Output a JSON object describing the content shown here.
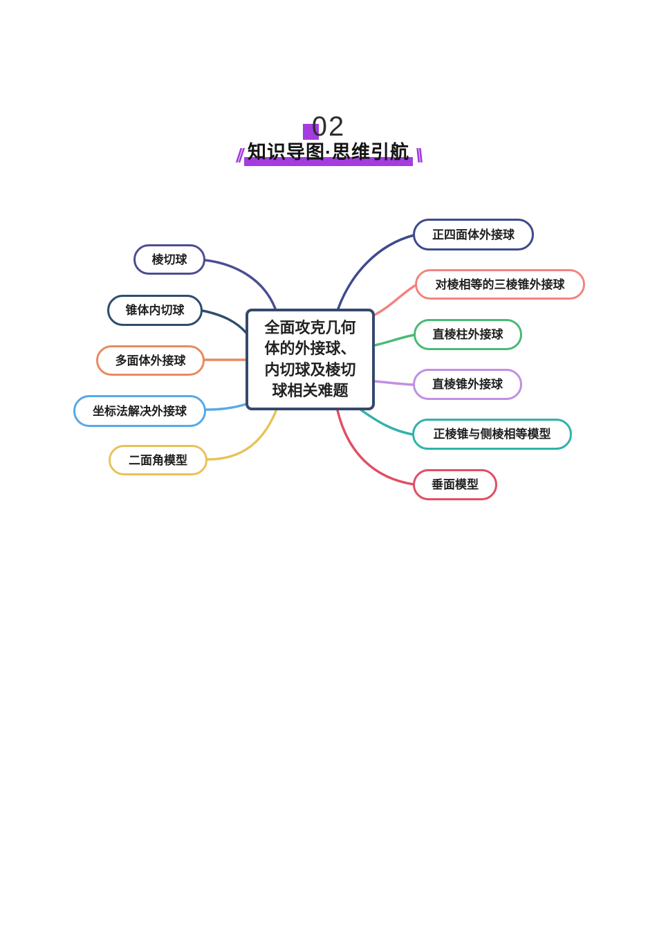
{
  "header": {
    "number": "02",
    "title": "知识导图·思维引航",
    "slash_left": "//",
    "slash_right": "\\\\",
    "accent_color": "#a43ce0",
    "number_color": "#2f2f2f",
    "title_color": "#141414"
  },
  "mindmap": {
    "center": {
      "label": "全面攻克几何体的外接球、内切球及棱切球相关难题",
      "border_color": "#35496b"
    },
    "left_branches": [
      {
        "label": "棱切球",
        "color": "#4b4d92"
      },
      {
        "label": "锥体内切球",
        "color": "#2e4d6e"
      },
      {
        "label": "多面体外接球",
        "color": "#e78a5f"
      },
      {
        "label": "坐标法解决外接球",
        "color": "#58a9e6"
      },
      {
        "label": "二面角模型",
        "color": "#e7c356"
      }
    ],
    "right_branches": [
      {
        "label": "正四面体外接球",
        "color": "#3e4a8e"
      },
      {
        "label": "对棱相等的三棱锥外接球",
        "color": "#f2837e"
      },
      {
        "label": "直棱柱外接球",
        "color": "#49ba75"
      },
      {
        "label": "直棱锥外接球",
        "color": "#c18fe4"
      },
      {
        "label": "正棱锥与侧棱相等模型",
        "color": "#2fb3aa"
      },
      {
        "label": "垂面模型",
        "color": "#e04e64"
      }
    ]
  }
}
